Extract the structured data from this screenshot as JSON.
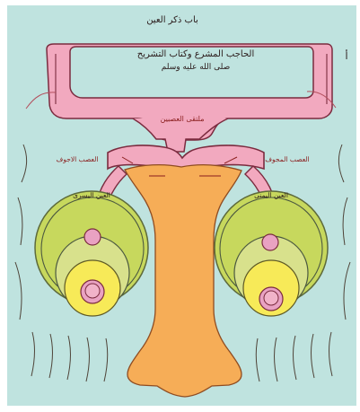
{
  "header": {
    "top_caption": "باب ذكر العين",
    "title_line_1": "الحاجب المشرع وكتاب التشريح",
    "title_line_2": "صلى الله عليه وسلم",
    "left_marker": "أ"
  },
  "labels": {
    "crossing_label": "ملتقى العصبين",
    "left_eye_label": "العين اليسرى",
    "right_eye_label": "العين اليمنى",
    "left_nerve_label": "العصب الاجوف",
    "right_nerve_label": "العصب المجوف"
  },
  "colors": {
    "background": "#bfe3df",
    "brain_pink": "#f2a9bf",
    "nerve_outline": "#7b2b3f",
    "stem_orange": "#f6ad57",
    "green_ring": "#c7d85d",
    "yellow_lens": "#f7ea58",
    "pink_pupil": "#e9a2c2",
    "script_color": "#2a1a1a"
  }
}
